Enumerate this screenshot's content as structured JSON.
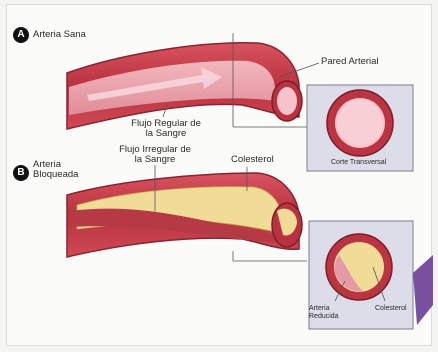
{
  "diagram": {
    "section_a": {
      "badge": "A",
      "title": "Arteria Sana",
      "flow_label_line1": "Flujo Regular de",
      "flow_label_line2": "la Sangre",
      "wall_label": "Pared Arterial",
      "cross_section_label": "Corte Transversal"
    },
    "section_b": {
      "badge": "B",
      "title_line1": "Arteria",
      "title_line2": "Bloqueada",
      "flow_label_line1": "Flujo Irregular de",
      "flow_label_line2": "la Sangre",
      "cholesterol_label": "Colesterol",
      "cross_cholesterol_label": "Colesterol",
      "reduced_label_line1": "Arteria",
      "reduced_label_line2": "Reducida"
    },
    "colors": {
      "artery_wall": "#c8414f",
      "artery_dark": "#9a2a35",
      "lumen": "#e89aa4",
      "plaque": "#f1dc97",
      "panel": "#dcdde8",
      "nav_arrow": "#7a4fa0"
    }
  }
}
